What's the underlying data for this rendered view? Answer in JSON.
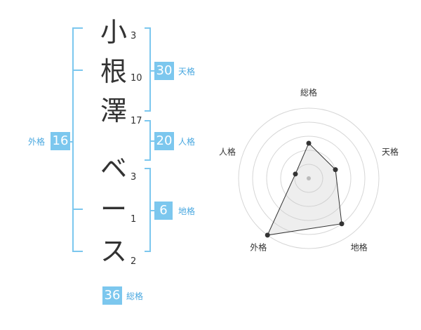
{
  "name": {
    "chars": [
      {
        "char": "小",
        "strokes": "3"
      },
      {
        "char": "根",
        "strokes": "10"
      },
      {
        "char": "澤",
        "strokes": "17"
      },
      {
        "char": "ベ",
        "strokes": "3"
      },
      {
        "char": "ー",
        "strokes": "1"
      },
      {
        "char": "ス",
        "strokes": "2"
      }
    ]
  },
  "fortune": {
    "tenkaku": {
      "value": "30",
      "label": "天格"
    },
    "jinkaku": {
      "value": "20",
      "label": "人格"
    },
    "chikaku": {
      "value": "6",
      "label": "地格"
    },
    "gaikaku": {
      "value": "16",
      "label": "外格"
    },
    "soukaku": {
      "value": "36",
      "label": "総格"
    }
  },
  "colors": {
    "accent": "#7cc7ee",
    "bracket": "#7cc7ee",
    "label": "#4aa8e0"
  },
  "chart_data": {
    "type": "radar",
    "axes": [
      "総格",
      "天格",
      "地格",
      "外格",
      "人格"
    ],
    "values": [
      2.5,
      2,
      4,
      5,
      1
    ],
    "max": 5,
    "rings": 5,
    "grid": true
  }
}
